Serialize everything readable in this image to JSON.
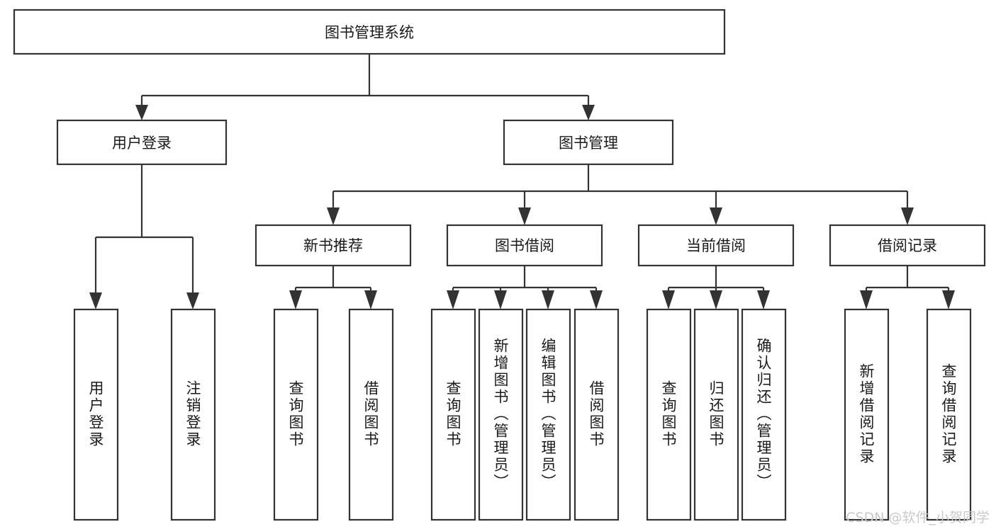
{
  "diagram": {
    "title": "图书管理系统",
    "watermark": "CSDN @软件_小贺同学",
    "colors": {
      "box_stroke": "#333333",
      "box_fill": "#ffffff",
      "text": "#1a1a1a",
      "background": "#ffffff",
      "watermark": "#c9c9c9"
    },
    "levels": {
      "root": {
        "label": "图书管理系统"
      },
      "level2": [
        {
          "label": "用户登录"
        },
        {
          "label": "图书管理"
        }
      ],
      "level3": [
        {
          "label": "新书推荐"
        },
        {
          "label": "图书借阅"
        },
        {
          "label": "当前借阅"
        },
        {
          "label": "借阅记录"
        }
      ],
      "leaves": {
        "user_login": [
          {
            "label": "用户登录"
          },
          {
            "label": "注销登录"
          }
        ],
        "new_book": [
          {
            "label": "查询图书"
          },
          {
            "label": "借阅图书"
          }
        ],
        "book_borrow": [
          {
            "label": "查询图书"
          },
          {
            "label": "新增图书（管理员）"
          },
          {
            "label": "编辑图书（管理员）"
          },
          {
            "label": "借阅图书"
          }
        ],
        "current_borrow": [
          {
            "label": "查询图书"
          },
          {
            "label": "归还图书"
          },
          {
            "label": "确认归还（管理员）"
          }
        ],
        "borrow_record": [
          {
            "label": "新增借阅记录"
          },
          {
            "label": "查询借阅记录"
          }
        ]
      }
    }
  },
  "chart_data": {
    "type": "table",
    "title": "图书管理系统",
    "xlabel": "",
    "ylabel": "",
    "categories": [
      "用户登录",
      "图书管理"
    ],
    "series": [
      {
        "name": "用户登录",
        "values": [
          "用户登录",
          "注销登录"
        ]
      },
      {
        "name": "图书管理",
        "values": [
          "新书推荐",
          "图书借阅",
          "当前借阅",
          "借阅记录"
        ]
      },
      {
        "name": "新书推荐",
        "values": [
          "查询图书",
          "借阅图书"
        ]
      },
      {
        "name": "图书借阅",
        "values": [
          "查询图书",
          "新增图书（管理员）",
          "编辑图书（管理员）",
          "借阅图书"
        ]
      },
      {
        "name": "当前借阅",
        "values": [
          "查询图书",
          "归还图书",
          "确认归还（管理员）"
        ]
      },
      {
        "name": "借阅记录",
        "values": [
          "新增借阅记录",
          "查询借阅记录"
        ]
      }
    ]
  }
}
